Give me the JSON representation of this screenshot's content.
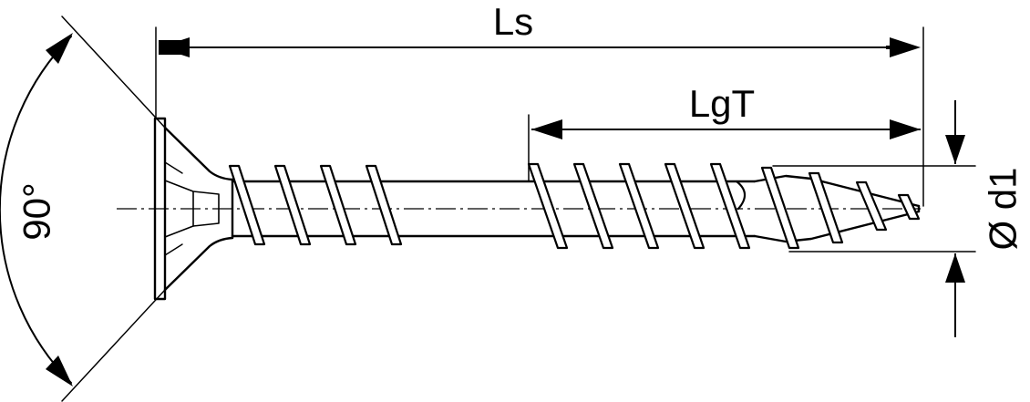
{
  "labels": {
    "total_length": "Ls",
    "thread_length": "LgT",
    "diameter": "Ø d1",
    "head_angle": "90°"
  },
  "colors": {
    "line": "#000000",
    "background": "#ffffff"
  }
}
